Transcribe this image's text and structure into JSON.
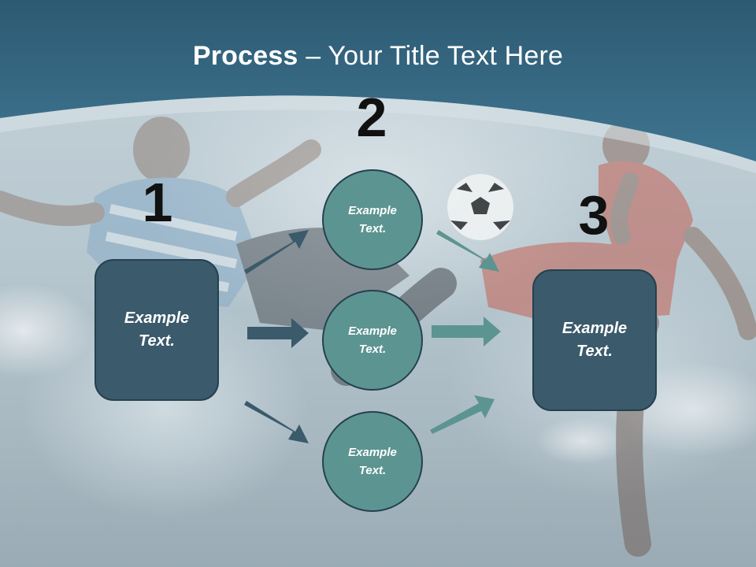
{
  "title": {
    "strong": "Process",
    "rest": " – Your Title Text Here"
  },
  "steps": {
    "one": "1",
    "two": "2",
    "three": "3"
  },
  "left_box": {
    "text": "Example Text."
  },
  "center_circles": [
    {
      "text": "Example Text."
    },
    {
      "text": "Example Text."
    },
    {
      "text": "Example Text."
    }
  ],
  "right_box": {
    "text": "Example Text."
  },
  "colors": {
    "header": "#2f6380",
    "box_fill": "#3b5a6b",
    "circle_fill": "#5c9491",
    "arrow_dark": "#3b5a6b",
    "arrow_teal": "#5c9491"
  }
}
